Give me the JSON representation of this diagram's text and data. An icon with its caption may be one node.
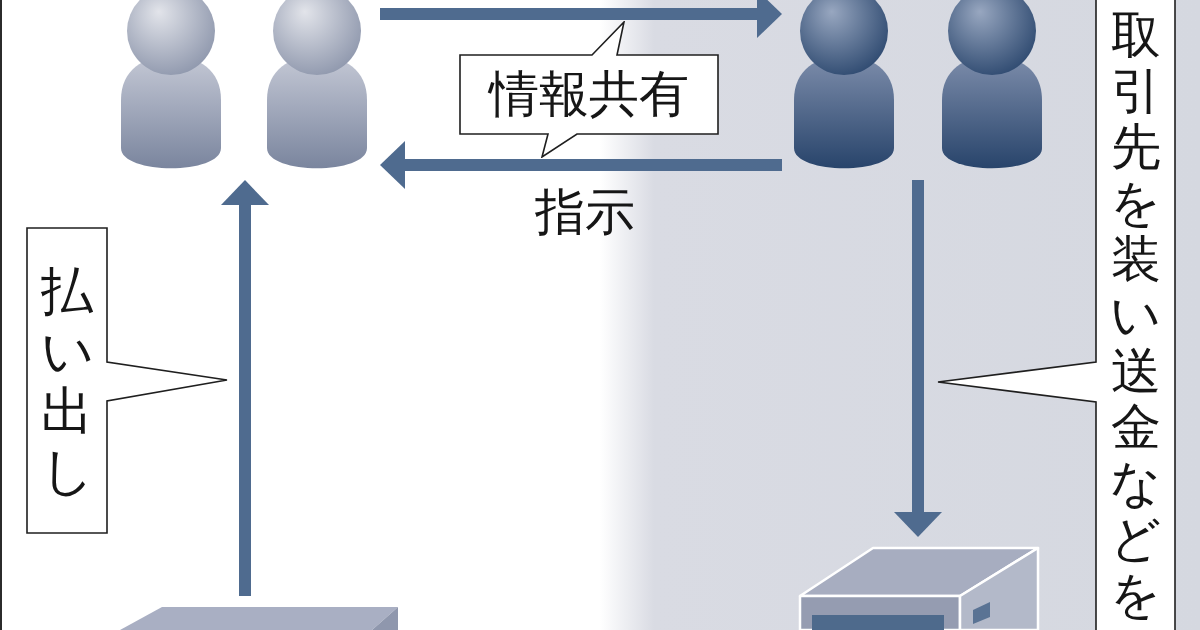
{
  "diagram": {
    "nodes": [
      {
        "text": [],
        "shape": "person"
      },
      {
        "text": [
          "情報共有"
        ]
      },
      {
        "text": [],
        "shape": "person"
      },
      {
        "text": [
          "取引先を装い送金などを"
        ]
      },
      {
        "text": [
          "払い出し"
        ]
      },
      {
        "text": [],
        "shape": "box"
      },
      {
        "text": [],
        "shape": "box"
      }
    ],
    "edges": [
      {
        "from": 0,
        "to": 2,
        "arrow": "to"
      },
      {
        "from": 2,
        "to": 0,
        "arrow": "to",
        "label": "指示"
      },
      {
        "from": 5,
        "to": 0,
        "arrow": "to"
      },
      {
        "from": 2,
        "to": 6,
        "arrow": "to"
      }
    ]
  }
}
